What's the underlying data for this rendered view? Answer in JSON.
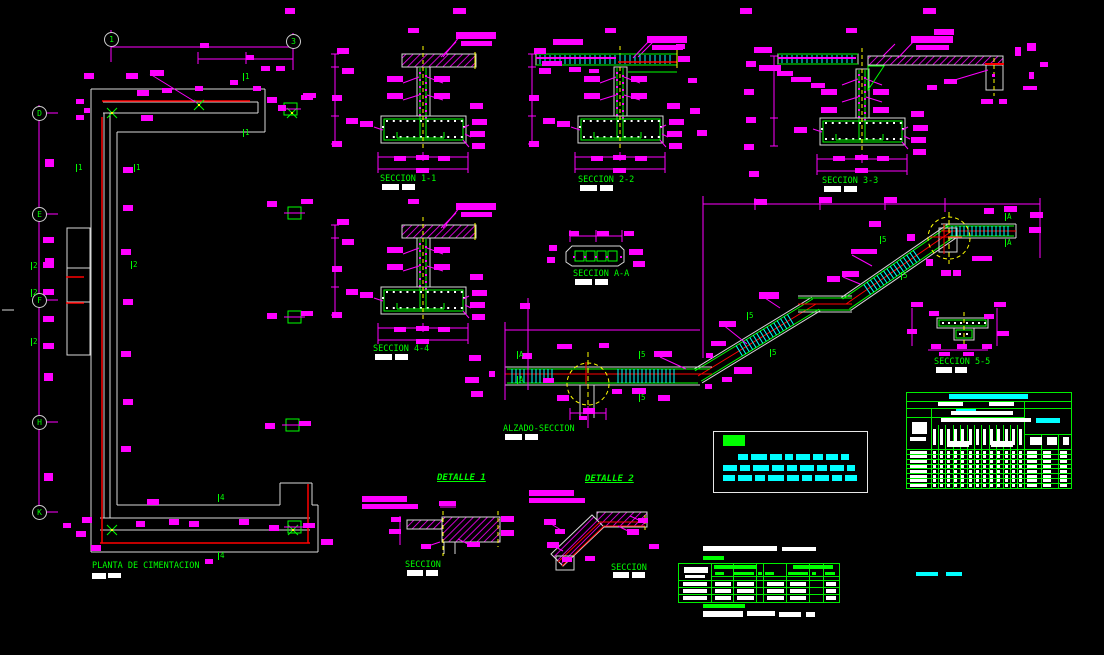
{
  "drawing": {
    "title": "PLANTA DE CIMENTACION",
    "labels": {
      "planta": "PLANTA DE CIMENTACION",
      "seccion_1_1": "SECCION 1-1",
      "seccion_2_2": "SECCION 2-2",
      "seccion_3_3": "SECCION 3-3",
      "seccion_4_4": "SECCION 4-4",
      "seccion_a_a": "SECCION A-A",
      "seccion_5_5": "SECCION 5-5",
      "alzado_seccion": "ALZADO-SECCION",
      "detalle_1": "DETALLE 1",
      "detalle_2": "DETALLE 2",
      "seccion_det1": "SECCION",
      "seccion_det2": "SECCION"
    },
    "grid": {
      "top": [
        "1",
        "3"
      ],
      "left": [
        "D",
        "E",
        "F",
        "H",
        "K"
      ]
    },
    "flags": [
      "1",
      "1",
      "1",
      "1",
      "2",
      "2",
      "2",
      "2",
      "4",
      "4",
      "A",
      "A",
      "A",
      "A",
      "5",
      "5",
      "5",
      "5",
      "5",
      "5"
    ],
    "colors": {
      "magenta": "#FF00FF",
      "green": "#00FF00",
      "cyan": "#00FFFF",
      "red": "#FF0000",
      "yellow": "#FFFF00",
      "white": "#FFFFFF",
      "grey": "#D9D9D9",
      "background": "#000000"
    }
  }
}
